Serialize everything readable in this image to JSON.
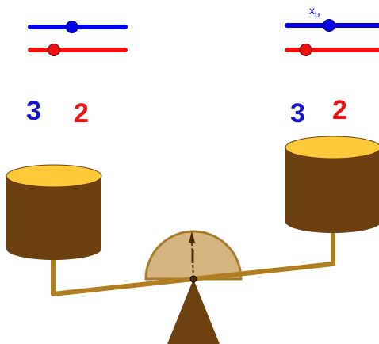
{
  "sliders": {
    "left_blue": {
      "color": "#0000ee",
      "value": 0.44
    },
    "left_red": {
      "color": "#ee1111",
      "value": 0.25
    },
    "right_blue": {
      "color": "#0000ee",
      "value": 0.45,
      "label": "x",
      "label_sub": "b"
    },
    "right_red": {
      "color": "#ee1111",
      "value": 0.2
    }
  },
  "left_pan": {
    "blue_count": "3",
    "red_count": "2"
  },
  "right_pan": {
    "blue_count": "3",
    "red_count": "2"
  },
  "colors": {
    "blue": "#1414c8",
    "red": "#ee1111",
    "barrel_body": "#6b3f0f",
    "barrel_top": "#ffc93a",
    "beam": "#b07e1e",
    "pivot": "#6e4210",
    "dial": "#d6b480",
    "dial_border": "#a87a2a"
  },
  "icons": {
    "pointer": "arrow-up-icon"
  }
}
